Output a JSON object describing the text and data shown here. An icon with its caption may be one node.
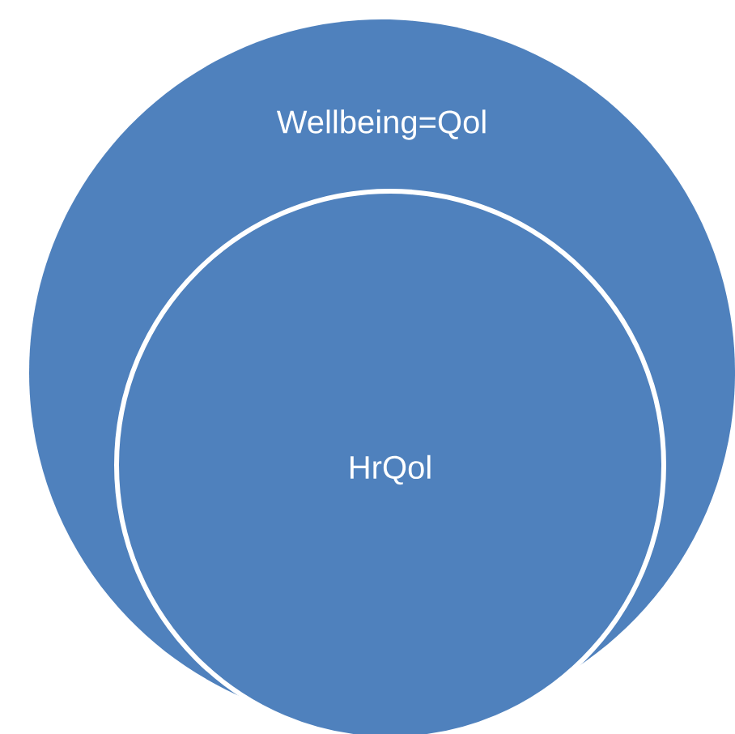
{
  "diagram": {
    "nodes": [
      {
        "text": [
          "Wellbeing=Qol"
        ]
      },
      {
        "text": [
          "HrQol"
        ],
        "in": 0
      }
    ]
  }
}
